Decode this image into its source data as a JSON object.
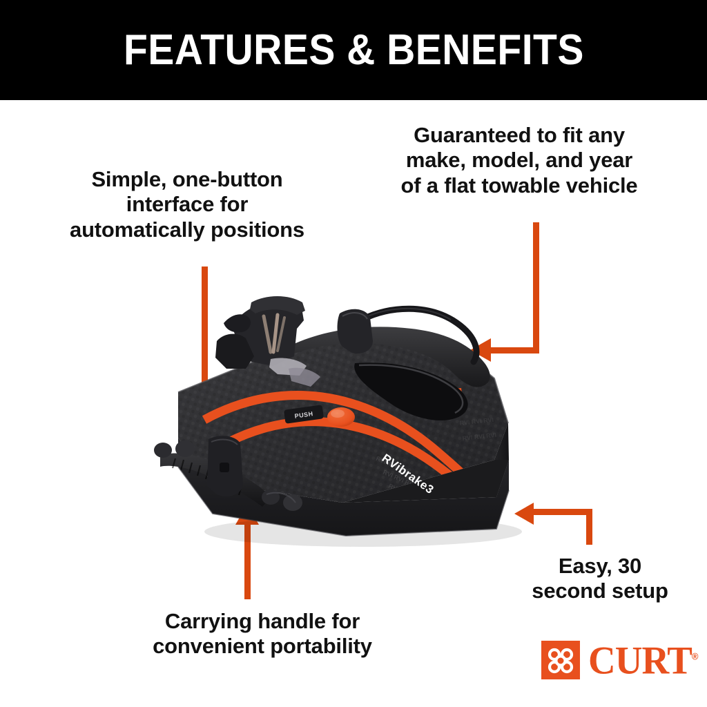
{
  "header": {
    "title": "FEATURES & BENEFITS",
    "background_color": "#000000",
    "text_color": "#FFFFFF"
  },
  "theme": {
    "accent_orange": "#D9480F",
    "brand_orange": "#E8501E",
    "page_background": "#FFFFFF",
    "text_color": "#111111",
    "product_black": "#2A2A2C"
  },
  "callouts": [
    {
      "id": "simple-one-button",
      "text": "Simple, one-button\ninterface for\nautomatically positions",
      "arrow": "elbow-down-right",
      "points_to": "control-button"
    },
    {
      "id": "guaranteed-fit",
      "text": "Guaranteed to fit any\nmake, model, and year\nof a flat towable vehicle",
      "arrow": "elbow-down-left",
      "points_to": "product-body"
    },
    {
      "id": "carrying-handle",
      "text": "Carrying handle for\nconvenient portability",
      "arrow": "straight-up",
      "points_to": "carrying-handle"
    },
    {
      "id": "easy-setup",
      "text": "Easy, 30\nsecond setup",
      "arrow": "elbow-up-left",
      "points_to": "product-corner"
    }
  ],
  "product": {
    "name": "RVibrake3",
    "brand_badge": "RVI",
    "body_color": "#2A2A2C",
    "stripe_color": "#E8501E",
    "button_color": "#E8501E",
    "button_label": "PUSH",
    "parts": [
      "carrying-handle",
      "control-button",
      "power-cable",
      "pedal-clamp",
      "product-body"
    ]
  },
  "logo": {
    "wordmark": "CURT",
    "registered_mark": "®",
    "mark_icon": "curt-emblem-icon",
    "color": "#E8501E"
  }
}
